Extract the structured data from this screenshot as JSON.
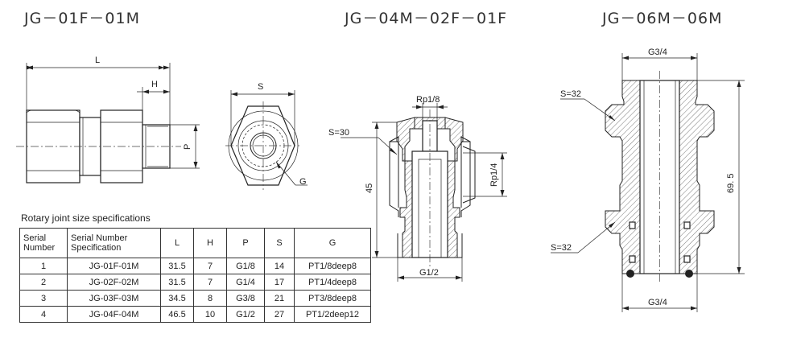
{
  "titles": {
    "part1": "JG－01F－01M",
    "part2": "JG－04M－02F－01F",
    "part3": "JG－06M－06M"
  },
  "dims": {
    "L": "L",
    "H": "H",
    "P": "P",
    "S": "S",
    "G": "G",
    "s30": "S=30",
    "rp18": "Rp1/8",
    "rp14": "Rp1/4",
    "d45": "45",
    "g12": "G1/2",
    "g34_top": "G3/4",
    "g34_bottom": "G3/4",
    "s32_top": "S=32",
    "s32_bottom": "S=32",
    "d695": "69. 5"
  },
  "table": {
    "caption": "Rotary joint size specifications",
    "headers": {
      "serial_number": [
        "Serial",
        "Number"
      ],
      "serial_spec": [
        "Serial Number",
        "Specification"
      ],
      "L": "L",
      "H": "H",
      "P": "P",
      "S": "S",
      "G": "G"
    },
    "rows": [
      {
        "no": "1",
        "spec": "JG-01F-01M",
        "L": "31.5",
        "H": "7",
        "P": "G1/8",
        "S": "14",
        "G": "PT1/8deep8"
      },
      {
        "no": "2",
        "spec": "JG-02F-02M",
        "L": "31.5",
        "H": "7",
        "P": "G1/4",
        "S": "17",
        "G": "PT1/4deep8"
      },
      {
        "no": "3",
        "spec": "JG-03F-03M",
        "L": "34.5",
        "H": "8",
        "P": "G3/8",
        "S": "21",
        "G": "PT3/8deep8"
      },
      {
        "no": "4",
        "spec": "JG-04F-04M",
        "L": "46.5",
        "H": "10",
        "P": "G1/2",
        "S": "27",
        "G": "PT1/2deep12"
      }
    ]
  }
}
